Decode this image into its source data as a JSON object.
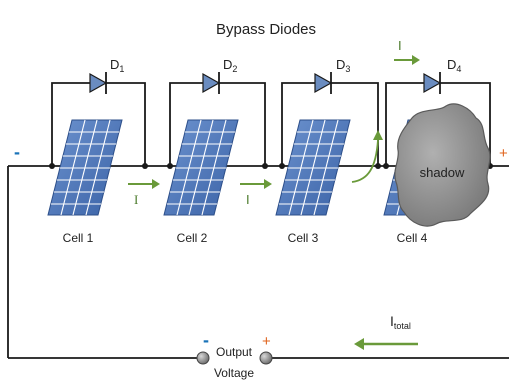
{
  "title": "Bypass Diodes",
  "diodes": [
    {
      "letter": "D",
      "sub": "1"
    },
    {
      "letter": "D",
      "sub": "2"
    },
    {
      "letter": "D",
      "sub": "3"
    },
    {
      "letter": "D",
      "sub": "4"
    }
  ],
  "cells": [
    "Cell 1",
    "Cell 2",
    "Cell 3",
    "Cell 4"
  ],
  "shadow_label": "shadow",
  "current_label": "I",
  "total_current": {
    "letter": "I",
    "sub": "total"
  },
  "minus_sign": "-",
  "plus_sign": "+",
  "output_label_line1": "Output",
  "output_label_line2": "Voltage",
  "colors": {
    "wire": "#1a1a1a",
    "panel": "#4a74b8",
    "panel_grid": "#ffffff",
    "arrow": "#6a9a3a",
    "negative": "#1a73b8",
    "positive": "#e0641e",
    "shadow_fill": "#8a8a8a",
    "diode": "#6a8cc0"
  }
}
